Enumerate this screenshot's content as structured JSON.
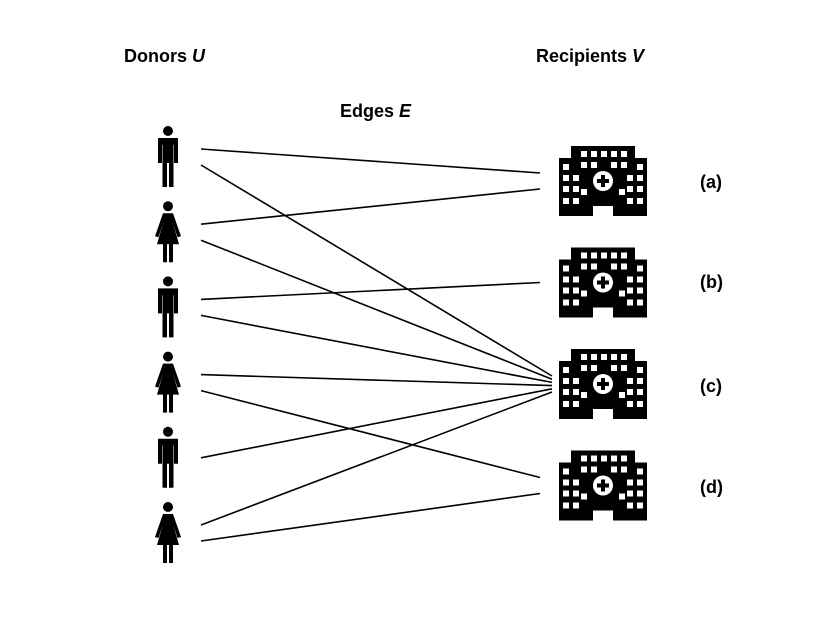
{
  "headers": {
    "donors": "Donors ",
    "donors_var": "U",
    "recipients": "Recipients ",
    "recipients_var": "V",
    "edges": "Edges ",
    "edges_var": "E"
  },
  "donors": [
    {
      "icon": "man-icon"
    },
    {
      "icon": "woman-icon"
    },
    {
      "icon": "man-icon"
    },
    {
      "icon": "woman-icon"
    },
    {
      "icon": "man-icon"
    },
    {
      "icon": "woman-icon"
    }
  ],
  "recipients": [
    {
      "label": "(a)",
      "icon": "hospital-icon"
    },
    {
      "label": "(b)",
      "icon": "hospital-icon"
    },
    {
      "label": "(c)",
      "icon": "hospital-icon"
    },
    {
      "label": "(d)",
      "icon": "hospital-icon"
    }
  ],
  "edges": [
    {
      "from": 0,
      "to": 0
    },
    {
      "from": 0,
      "to": 2
    },
    {
      "from": 1,
      "to": 0
    },
    {
      "from": 1,
      "to": 2
    },
    {
      "from": 2,
      "to": 1
    },
    {
      "from": 2,
      "to": 2
    },
    {
      "from": 3,
      "to": 2
    },
    {
      "from": 3,
      "to": 3
    },
    {
      "from": 4,
      "to": 2
    },
    {
      "from": 5,
      "to": 2
    },
    {
      "from": 5,
      "to": 3
    }
  ],
  "colors": {
    "ink": "#000000",
    "background": "#ffffff"
  }
}
